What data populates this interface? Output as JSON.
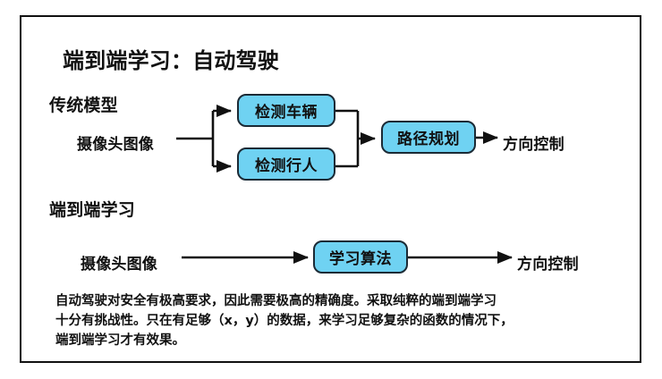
{
  "slide": {
    "title": "端到端学习：自动驾驶",
    "frame_color": "#111111",
    "background": "#ffffff",
    "box_fill": "#6FD2F2",
    "box_border": "#1b2a35"
  },
  "section_traditional": {
    "heading": "传统模型",
    "input_label": "摄像头图像",
    "box_detect_vehicle": "检测车辆",
    "box_detect_pedestrian": "检测行人",
    "box_path_planning": "路径规划",
    "output_label": "方向控制"
  },
  "section_end_to_end": {
    "heading": "端到端学习",
    "input_label": "摄像头图像",
    "box_learning_algorithm": "学习算法",
    "output_label": "方向控制"
  },
  "note": {
    "line1": "自动驾驶对安全有极高要求，因此需要极高的精确度。采取纯粹的端到端学习",
    "line2": "十分有挑战性。只在有足够（x，y）的数据，来学习足够复杂的函数的情况下，",
    "line3": "端到端学习才有效果。"
  }
}
